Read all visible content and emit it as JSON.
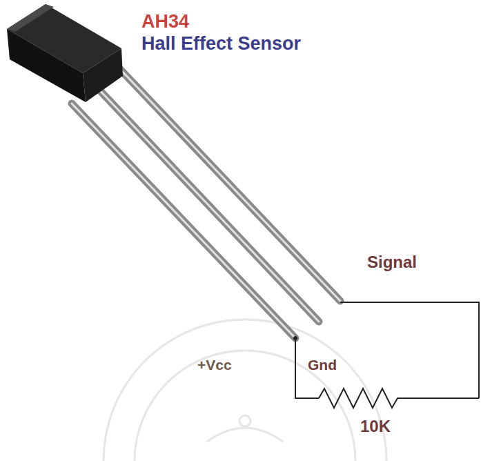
{
  "diagram": {
    "labels": [
      "AH34",
      "Hall Effect Sensor",
      "Signal",
      "+Vcc",
      "Gnd",
      "10K"
    ]
  }
}
